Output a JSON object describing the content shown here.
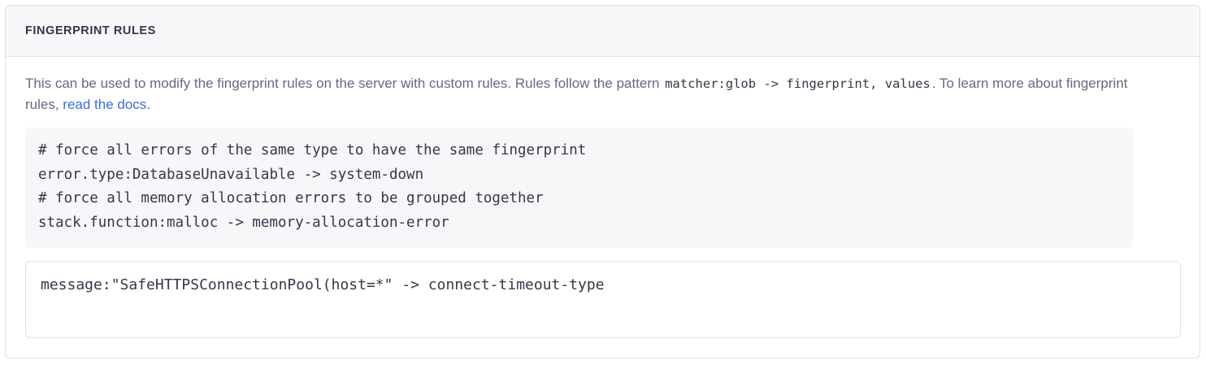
{
  "panel": {
    "title": "FINGERPRINT RULES",
    "description": {
      "before_code": "This can be used to modify the fingerprint rules on the server with custom rules. Rules follow the pattern ",
      "inline_code": "matcher:glob -> fingerprint, values",
      "after_code": ". To learn more about fingerprint rules, ",
      "link_text": "read the docs",
      "trailing": "."
    },
    "example_code_lines": [
      "# force all errors of the same type to have the same fingerprint",
      "error.type:DatabaseUnavailable -> system-down",
      "# force all memory allocation errors to be grouped together",
      "stack.function:malloc -> memory-allocation-error"
    ],
    "rules_input": {
      "value": "message:\"SafeHTTPSConnectionPool(host=*\" -> connect-timeout-type",
      "placeholder": ""
    }
  },
  "colors": {
    "link": "#3b6ee0",
    "title": "#3b3248",
    "body_text": "#6d6582",
    "code_text": "#3a3547",
    "code_background": "#f7f7fa",
    "header_background": "#f8f8fb",
    "border": "#e1dfe9"
  }
}
